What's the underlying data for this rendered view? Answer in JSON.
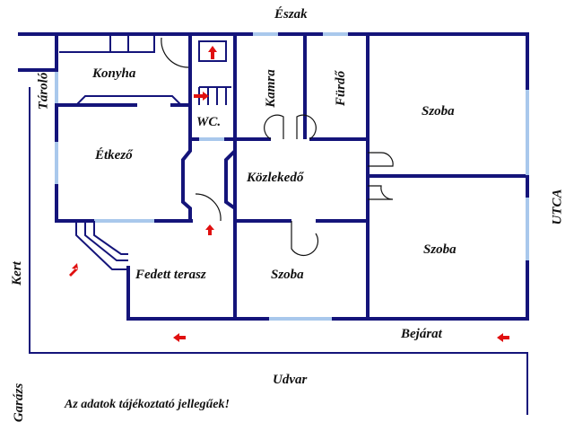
{
  "compass": {
    "north": "Észak",
    "street": "UTCA"
  },
  "rooms": {
    "konyha": "Konyha",
    "tarolo": "Tároló",
    "kamra": "Kamra",
    "furdo": "Fürdő",
    "wc": "WC.",
    "etkezo": "Étkező",
    "kozlekedo": "Közlekedő",
    "szoba_ne": "Szoba",
    "szoba_se": "Szoba",
    "szoba_s": "Szoba",
    "terasz": "Fedett terasz"
  },
  "outside": {
    "kert": "Kert",
    "bejarat": "Bejárat",
    "udvar": "Udvar",
    "garazs": "Garázs"
  },
  "note": "Az adatok tájékoztató jellegűek!",
  "colors": {
    "wall": "#14147a",
    "window": "#a9c8ec",
    "arrow": "#e01010"
  }
}
